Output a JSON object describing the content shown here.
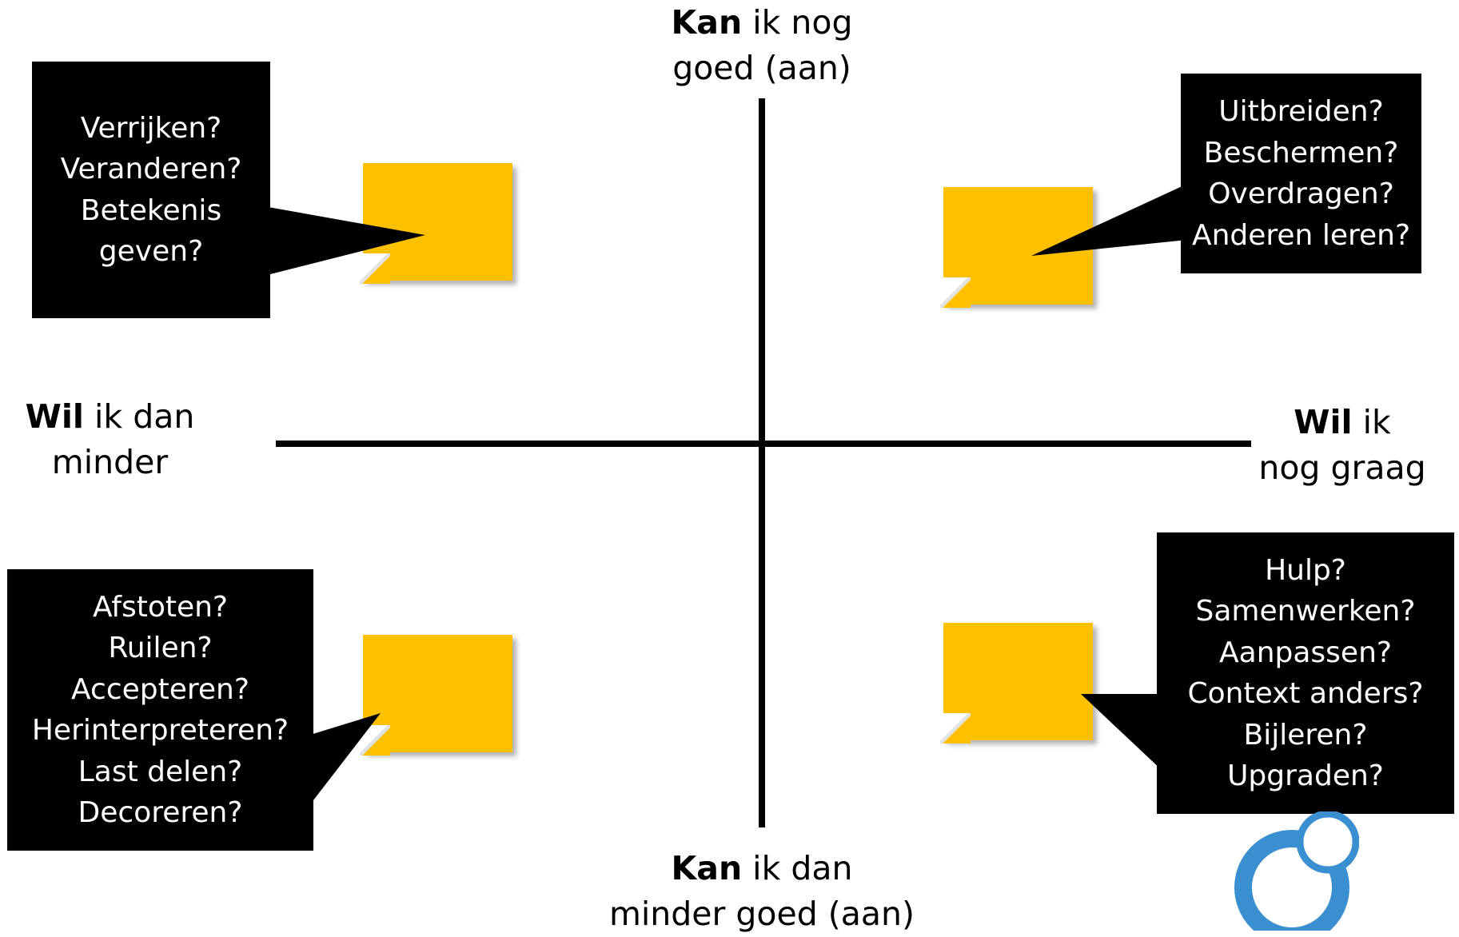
{
  "axes": {
    "top": {
      "bold": "Kan",
      "line1_rest": " ik nog",
      "line2": "goed (aan)"
    },
    "bottom": {
      "bold": "Kan",
      "line1_rest": " ik dan",
      "line2": "minder goed (aan)"
    },
    "left": {
      "bold": "Wil",
      "line1_rest": " ik dan",
      "line2": "minder"
    },
    "right": {
      "bold": "Wil",
      "line1_rest": " ik",
      "line2": "nog graag"
    }
  },
  "callouts": {
    "top_left": {
      "items": [
        "Verrijken?",
        "Veranderen?",
        "Betekenis",
        "geven?"
      ]
    },
    "top_right": {
      "items": [
        "Uitbreiden?",
        "Beschermen?",
        "Overdragen?",
        "Anderen leren?"
      ]
    },
    "bottom_left": {
      "items": [
        "Afstoten?",
        "Ruilen?",
        "Accepteren?",
        "Herinterpreteren?",
        "Last delen?",
        "Decoreren?"
      ]
    },
    "bottom_right": {
      "items": [
        "Hulp?",
        "Samenwerken?",
        "Aanpassen?",
        "Context anders?",
        "Bijleren?",
        "Upgraden?"
      ]
    }
  },
  "colors": {
    "note": "#FFC000",
    "callout": "#000000",
    "callout_text": "#FFFFFF",
    "logo_ring": "#3A8FD0"
  }
}
